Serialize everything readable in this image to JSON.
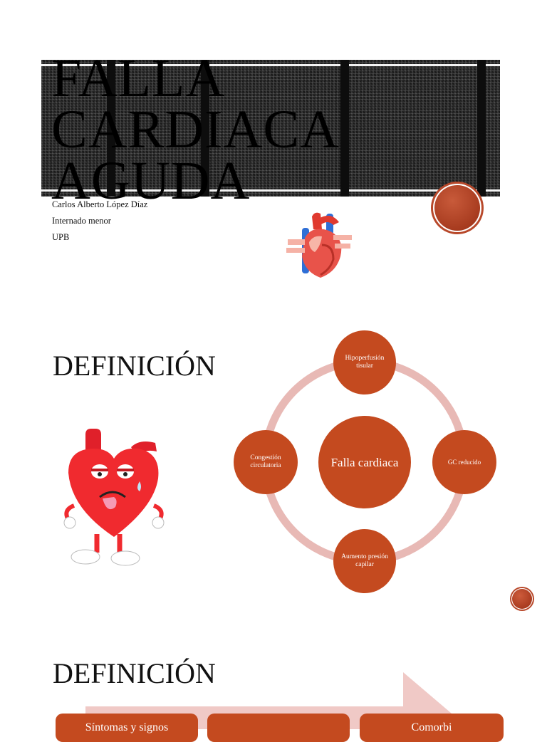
{
  "slide1": {
    "title_lines": [
      "FALLA",
      "CARDIACA",
      "AGUDA"
    ],
    "author": "Carlos Alberto López Díaz",
    "role": "Internado menor",
    "institution": "UPB",
    "heart_icon": "anatomical-heart-icon"
  },
  "slide2": {
    "title": "DEFINICIÓN",
    "mascot": "sick-heart-cartoon",
    "diagram": {
      "center": "Falla cardiaca",
      "nodes": [
        {
          "label": "Hipoperfusión tisular"
        },
        {
          "label": "GC reducido"
        },
        {
          "label": "Aumento presión capilar"
        },
        {
          "label": "Congestión circulatoria"
        }
      ]
    }
  },
  "slide3": {
    "title": "DEFINICIÓN",
    "boxes": [
      {
        "label": "Síntomas y signos"
      },
      {
        "label": ""
      },
      {
        "label": "Comorbi"
      }
    ]
  },
  "colors": {
    "accent": "#c44a1f",
    "ring": "#e8b9b5",
    "arrow": "#f0c9c6"
  }
}
